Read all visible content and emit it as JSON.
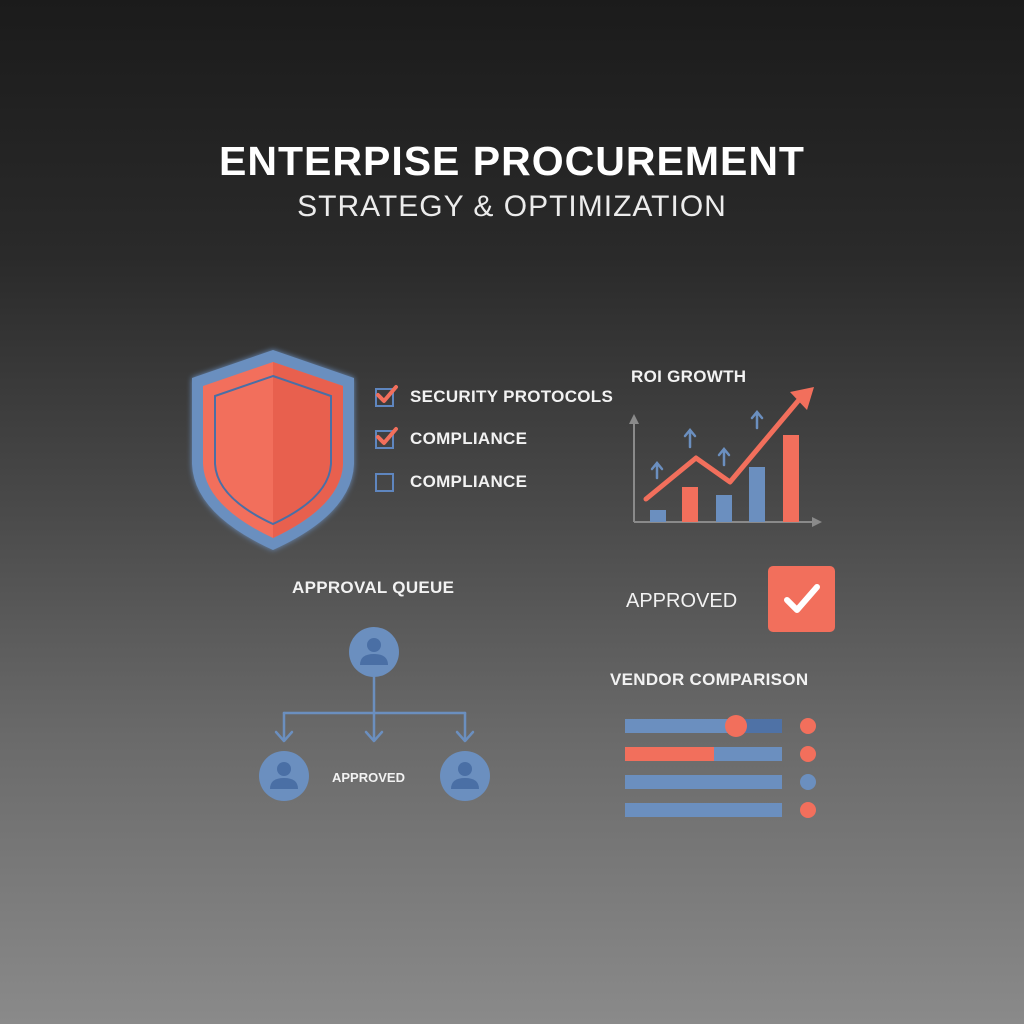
{
  "header": {
    "title": "ENTERPISE PROCUREMENT",
    "subtitle": "STRATEGY & OPTIMIZATION"
  },
  "colors": {
    "accent_red": "#f26f5c",
    "accent_blue": "#6b8fbf",
    "dark_blue": "#4a6fa5",
    "background_top": "#1b1b1b",
    "background_bottom": "#8a8a8a"
  },
  "security": {
    "icon": "shield-icon",
    "checklist": [
      {
        "label": "SECURITY PROTOCOLS",
        "checked": true
      },
      {
        "label": "COMPLIANCE",
        "checked": true
      },
      {
        "label": "COMPLIANCE",
        "checked": false
      }
    ]
  },
  "roi": {
    "title": "ROI GROWTH",
    "bars": [
      {
        "value": 12,
        "color": "blue"
      },
      {
        "value": 35,
        "color": "red"
      },
      {
        "value": 27,
        "color": "blue"
      },
      {
        "value": 55,
        "color": "blue"
      },
      {
        "value": 87,
        "color": "red"
      }
    ],
    "trend_icon": "trend-arrow-icon",
    "up_arrows": 4
  },
  "approval_queue": {
    "title": "APPROVAL QUEUE",
    "status_label": "APPROVED",
    "nodes": [
      "approver-top",
      "approver-left",
      "approver-right"
    ]
  },
  "approved_badge": {
    "label": "APPROVED",
    "icon": "checkmark-icon"
  },
  "vendor_comparison": {
    "title": "VENDOR COMPARISON",
    "rows": [
      {
        "fill_percent": 70,
        "fill_color": "blue",
        "has_knob": true,
        "dot_color": "red"
      },
      {
        "fill_percent": 57,
        "fill_color": "red",
        "has_knob": false,
        "dot_color": "red"
      },
      {
        "fill_percent": 100,
        "fill_color": "blue",
        "has_knob": false,
        "dot_color": "blue"
      },
      {
        "fill_percent": 100,
        "fill_color": "blue",
        "has_knob": false,
        "dot_color": "red"
      }
    ]
  }
}
